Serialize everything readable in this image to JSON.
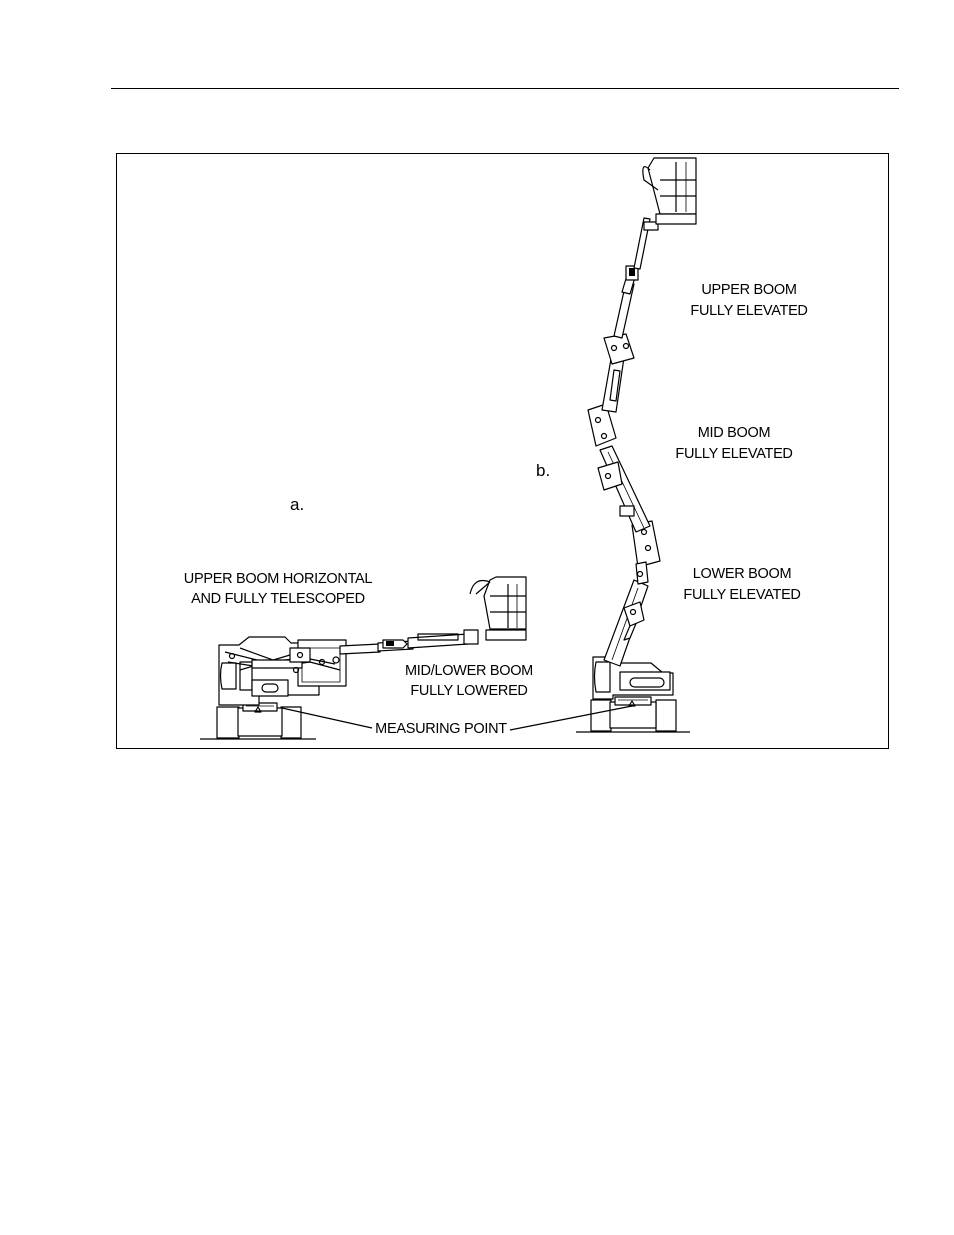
{
  "figure": {
    "views": [
      {
        "id": "a",
        "marker": "a.",
        "labels": {
          "upper_boom_line1": "UPPER BOOM HORIZONTAL",
          "upper_boom_line2": "AND FULLY TELESCOPED",
          "midlower_line1": "MID/LOWER BOOM",
          "midlower_line2": "FULLY LOWERED"
        }
      },
      {
        "id": "b",
        "marker": "b.",
        "labels": {
          "upper_line1": "UPPER BOOM",
          "upper_line2": "FULLY ELEVATED",
          "mid_line1": "MID BOOM",
          "mid_line2": "FULLY ELEVATED",
          "lower_line1": "LOWER BOOM",
          "lower_line2": "FULLY ELEVATED"
        }
      }
    ],
    "measuring_point_label": "MEASURING POINT"
  }
}
